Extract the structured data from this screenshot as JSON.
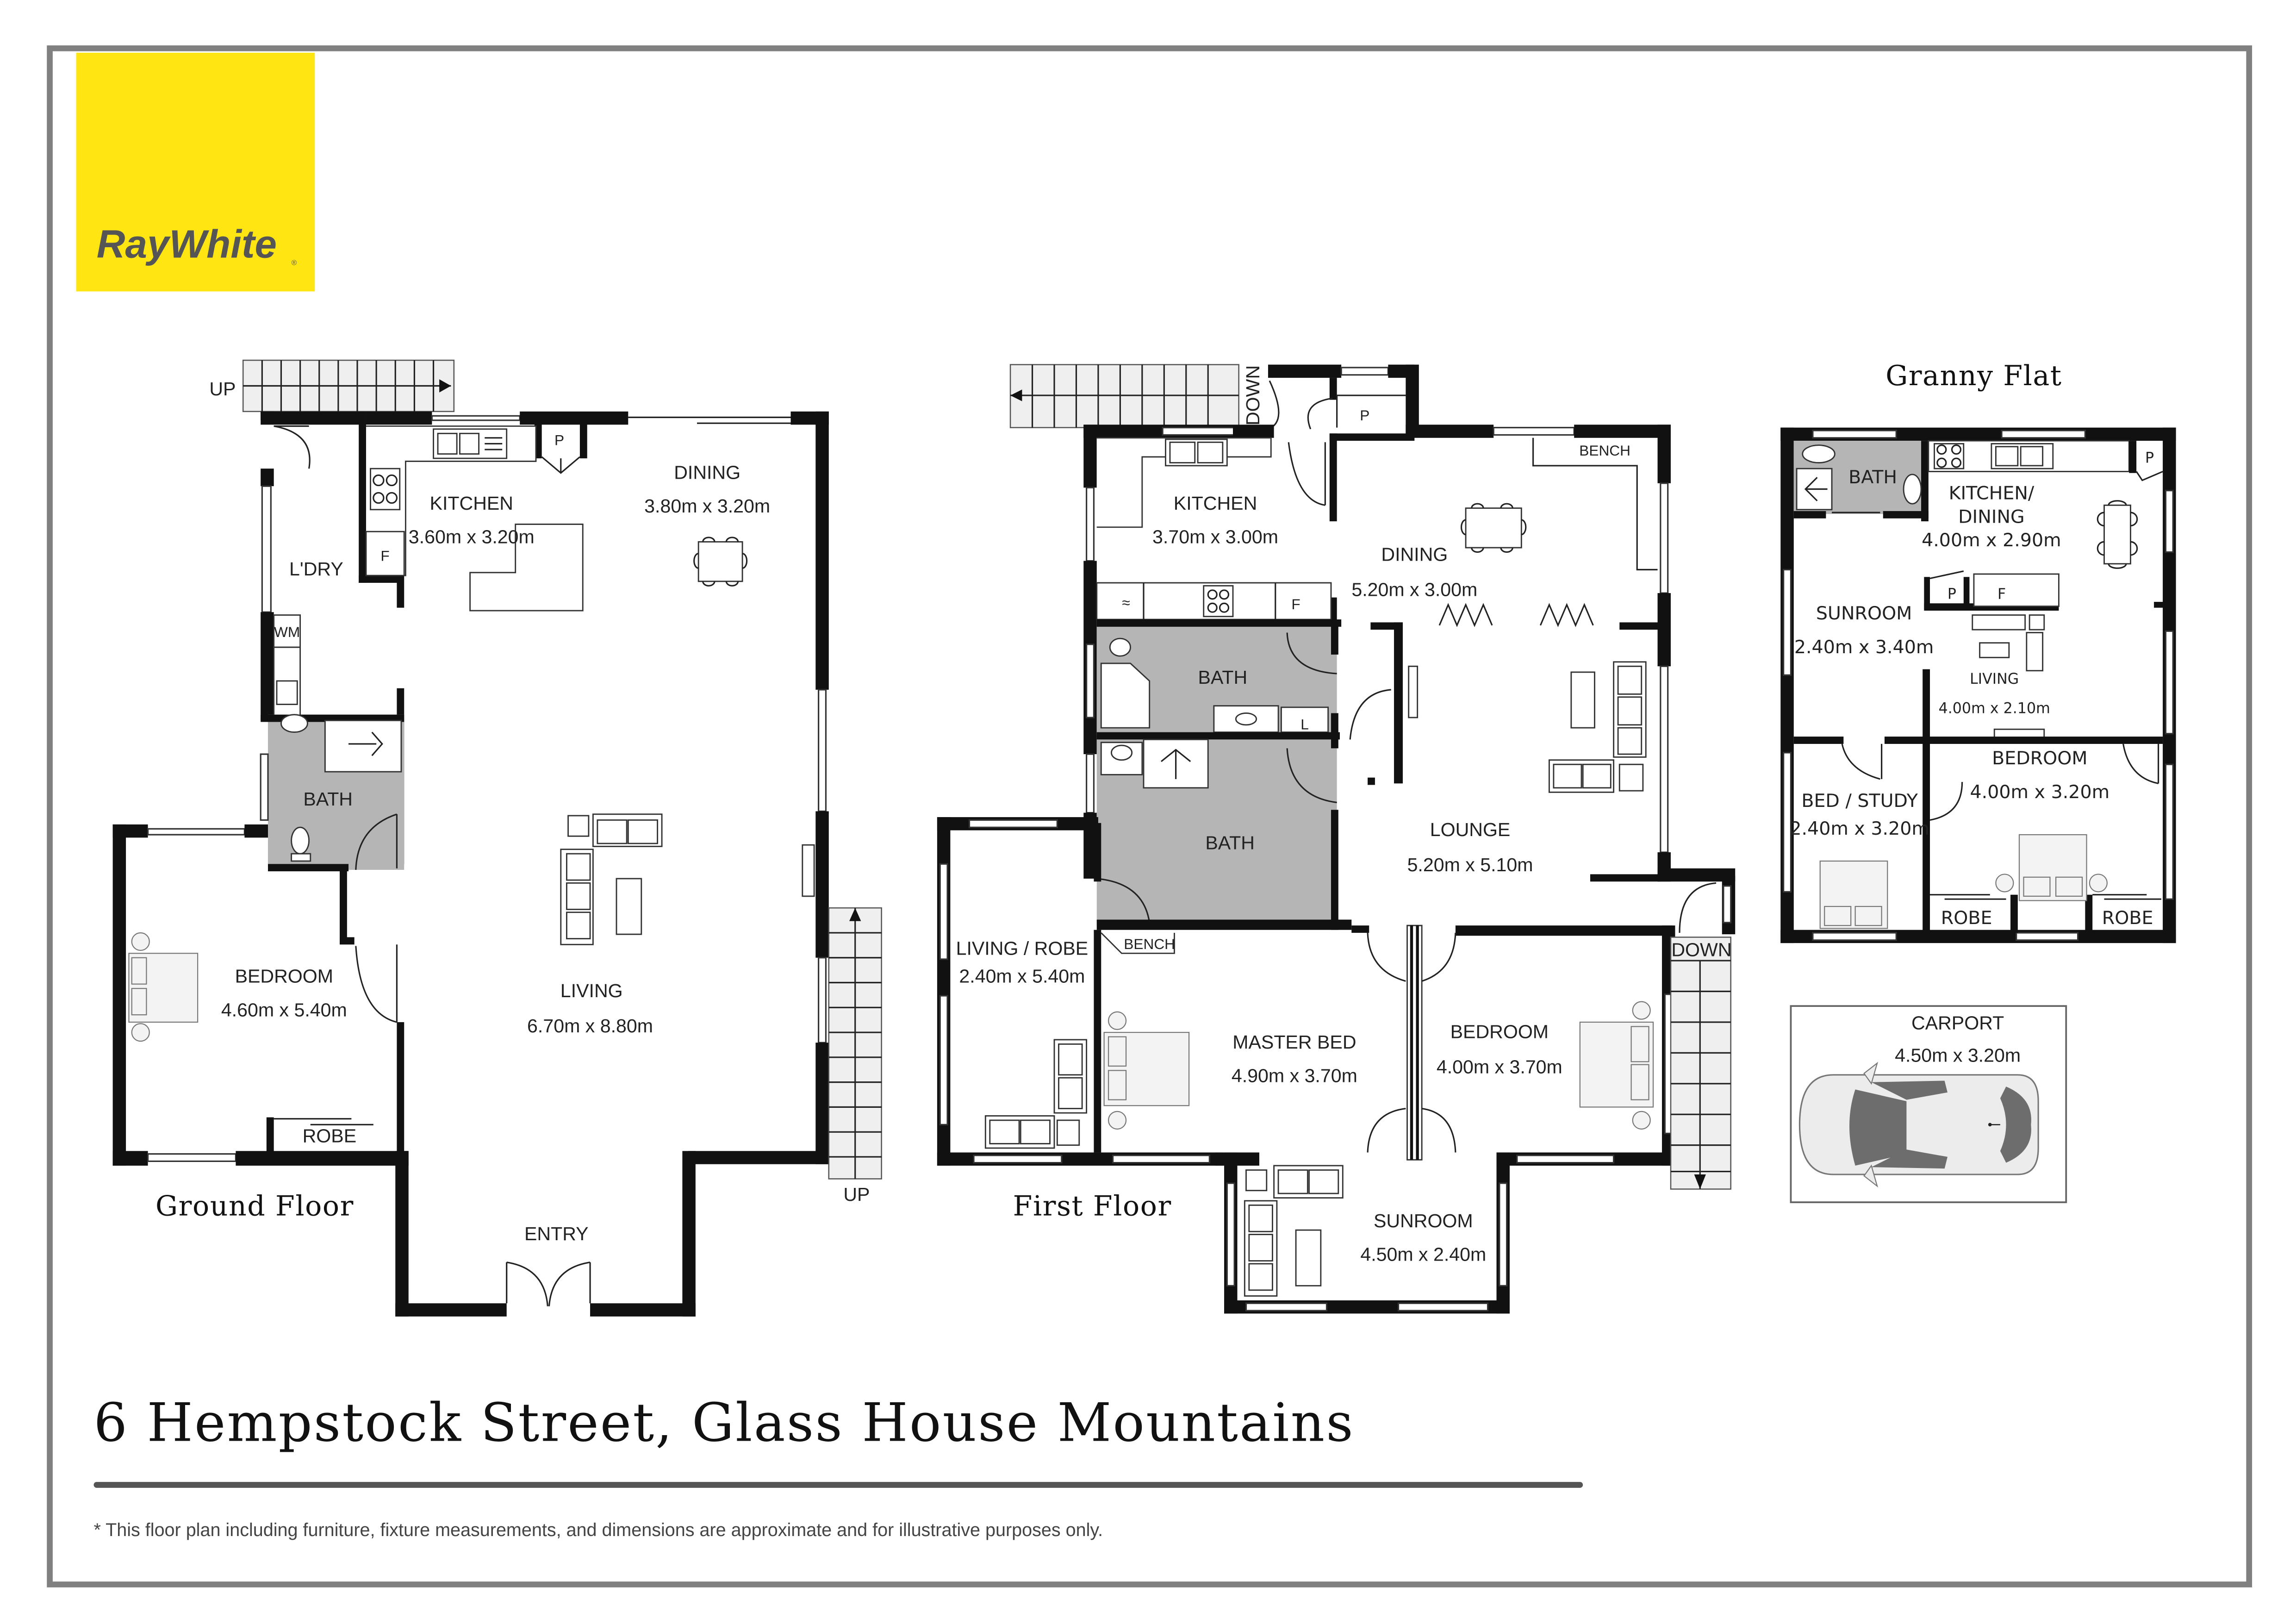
{
  "brand": {
    "name": "RayWhite",
    "registered_mark": "®",
    "logo_bg_color": "#FFE512",
    "logo_text_color": "#555555",
    "frame_color": "#808080"
  },
  "title": "6 Hempstock Street, Glass House Mountains",
  "disclaimer": "* This floor plan including furniture, fixture measurements, and dimensions are approximate and for illustrative purposes only.",
  "colors": {
    "wall": "#111111",
    "wet_area": "#B5B5B5",
    "stair": "#EFEFEF"
  },
  "ground_floor": {
    "label": "Ground Floor",
    "stairs": [
      {
        "label": "UP",
        "direction": "right"
      },
      {
        "label": "UP",
        "direction": "up"
      }
    ],
    "rooms": [
      {
        "name": "KITCHEN",
        "size": "3.60m x 3.20m"
      },
      {
        "name": "DINING",
        "size": "3.80m x 3.20m"
      },
      {
        "name": "L'DRY",
        "size": ""
      },
      {
        "name": "BATH",
        "size": ""
      },
      {
        "name": "BEDROOM",
        "size": "4.60m x 5.40m"
      },
      {
        "name": "ROBE",
        "size": ""
      },
      {
        "name": "LIVING",
        "size": "6.70m x 8.80m"
      },
      {
        "name": "ENTRY",
        "size": ""
      }
    ],
    "fixtures": {
      "pantry": "P",
      "fridge": "F",
      "washing_machine": "WM"
    }
  },
  "first_floor": {
    "label": "First Floor",
    "stairs": [
      {
        "label": "DOWN",
        "direction": "left"
      },
      {
        "label": "DOWN",
        "direction": "down"
      }
    ],
    "rooms": [
      {
        "name": "KITCHEN",
        "size": "3.70m x 3.00m"
      },
      {
        "name": "DINING",
        "size": "5.20m x 3.00m"
      },
      {
        "name": "BATH",
        "size": ""
      },
      {
        "name": "BATH",
        "size": ""
      },
      {
        "name": "LOUNGE",
        "size": "5.20m x 5.10m"
      },
      {
        "name": "LIVING / ROBE",
        "size": "2.40m x 5.40m"
      },
      {
        "name": "MASTER BED",
        "size": "4.90m x 3.70m"
      },
      {
        "name": "BEDROOM",
        "size": "4.00m x 3.70m"
      },
      {
        "name": "SUNROOM",
        "size": "4.50m x 2.40m"
      }
    ],
    "fixtures": {
      "pantry": "P",
      "fridge": "F",
      "linen": "L",
      "bench_dining": "BENCH",
      "bench_master": "BENCH",
      "dishwasher": "≈"
    }
  },
  "granny_flat": {
    "label": "Granny Flat",
    "rooms": [
      {
        "name": "BATH",
        "size": ""
      },
      {
        "name": "KITCHEN/",
        "name2": "DINING",
        "size": "4.00m x 2.90m"
      },
      {
        "name": "SUNROOM",
        "size": "2.40m x 3.40m"
      },
      {
        "name": "LIVING",
        "size": "4.00m x 2.10m"
      },
      {
        "name": "BED / STUDY",
        "size": "2.40m x 3.20m"
      },
      {
        "name": "BEDROOM",
        "size": "4.00m x 3.20m"
      },
      {
        "name": "ROBE",
        "size": ""
      },
      {
        "name": "ROBE",
        "size": ""
      }
    ],
    "fixtures": {
      "pantry_kitchen": "P",
      "pantry": "P",
      "fridge": "F"
    }
  },
  "carport": {
    "name": "CARPORT",
    "size": "4.50m x 3.20m",
    "icon": "car-top-view-icon"
  }
}
